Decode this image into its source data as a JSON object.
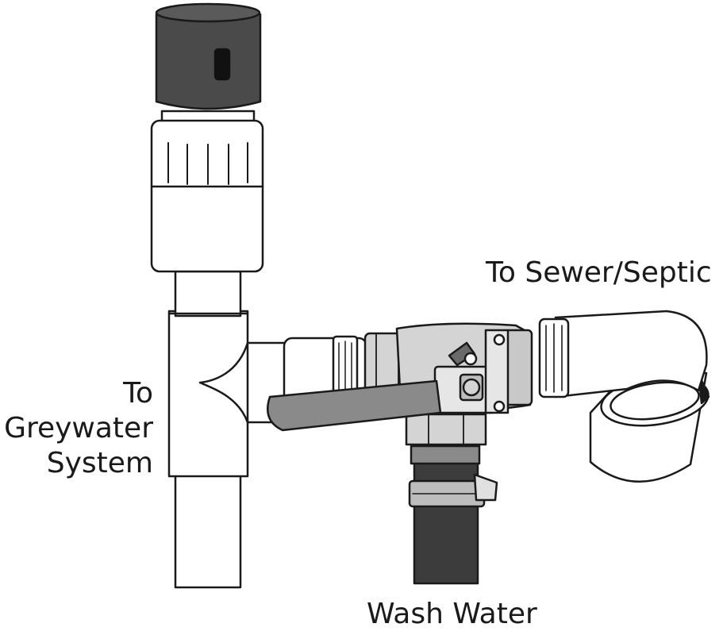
{
  "labels": {
    "sewer": "To Sewer/Septic",
    "greywater_line1": "To",
    "greywater_line2": "Greywater",
    "greywater_line3": "System",
    "wash_water": "Wash Water"
  },
  "colors": {
    "outline": "#1a1a1a",
    "pipe_fill": "#ffffff",
    "cap_dark": "#4a4a4a",
    "hose_dark": "#3c3c3c",
    "handle_gray": "#8a8a8a",
    "valve_light": "#d4d4d4",
    "clamp_silver": "#bdbdbd"
  },
  "icons": [
    "vent-cap",
    "tee-fitting",
    "ball-valve",
    "hose-clamp",
    "elbow-fitting"
  ]
}
